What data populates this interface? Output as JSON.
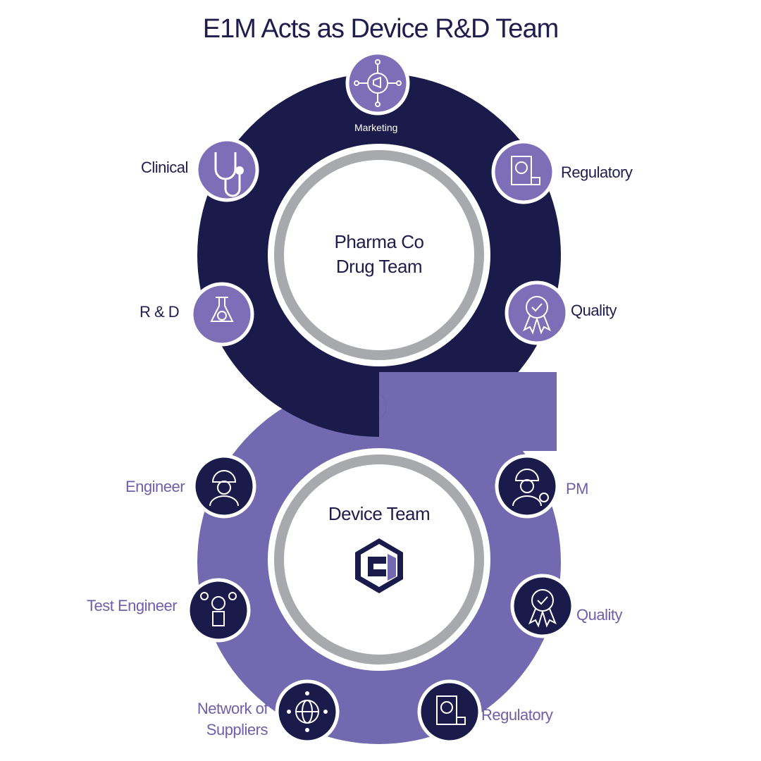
{
  "title": "E1M Acts as Device R&D Team",
  "top_circle": {
    "center_label": [
      "Pharma Co",
      "Drug Team"
    ],
    "nodes": [
      {
        "label": "Marketing",
        "icon": "marketing-icon"
      },
      {
        "label": "Clinical",
        "icon": "stethoscope-icon"
      },
      {
        "label": "Regulatory",
        "icon": "document-stamp-icon"
      },
      {
        "label": "R & D",
        "icon": "flask-gear-icon"
      },
      {
        "label": "Quality",
        "icon": "award-badge-icon"
      }
    ]
  },
  "bottom_circle": {
    "center_label": "Device Team",
    "logo": "e1-logo-icon",
    "nodes": [
      {
        "label": "Engineer",
        "icon": "engineer-icon"
      },
      {
        "label": "PM",
        "icon": "project-manager-icon"
      },
      {
        "label": "Test Engineer",
        "icon": "test-engineer-icon"
      },
      {
        "label": "Quality",
        "icon": "award-badge-icon"
      },
      {
        "label": [
          "Network of",
          "Suppliers"
        ],
        "icon": "globe-network-icon"
      },
      {
        "label": "Regulatory",
        "icon": "document-stamp-icon"
      }
    ]
  },
  "colors": {
    "navy": "#1b1b4b",
    "purple": "#7369b0",
    "node_purple": "#7c6fb7",
    "gray_ring": "#a7a9ac",
    "title": "#1f1d4e"
  }
}
